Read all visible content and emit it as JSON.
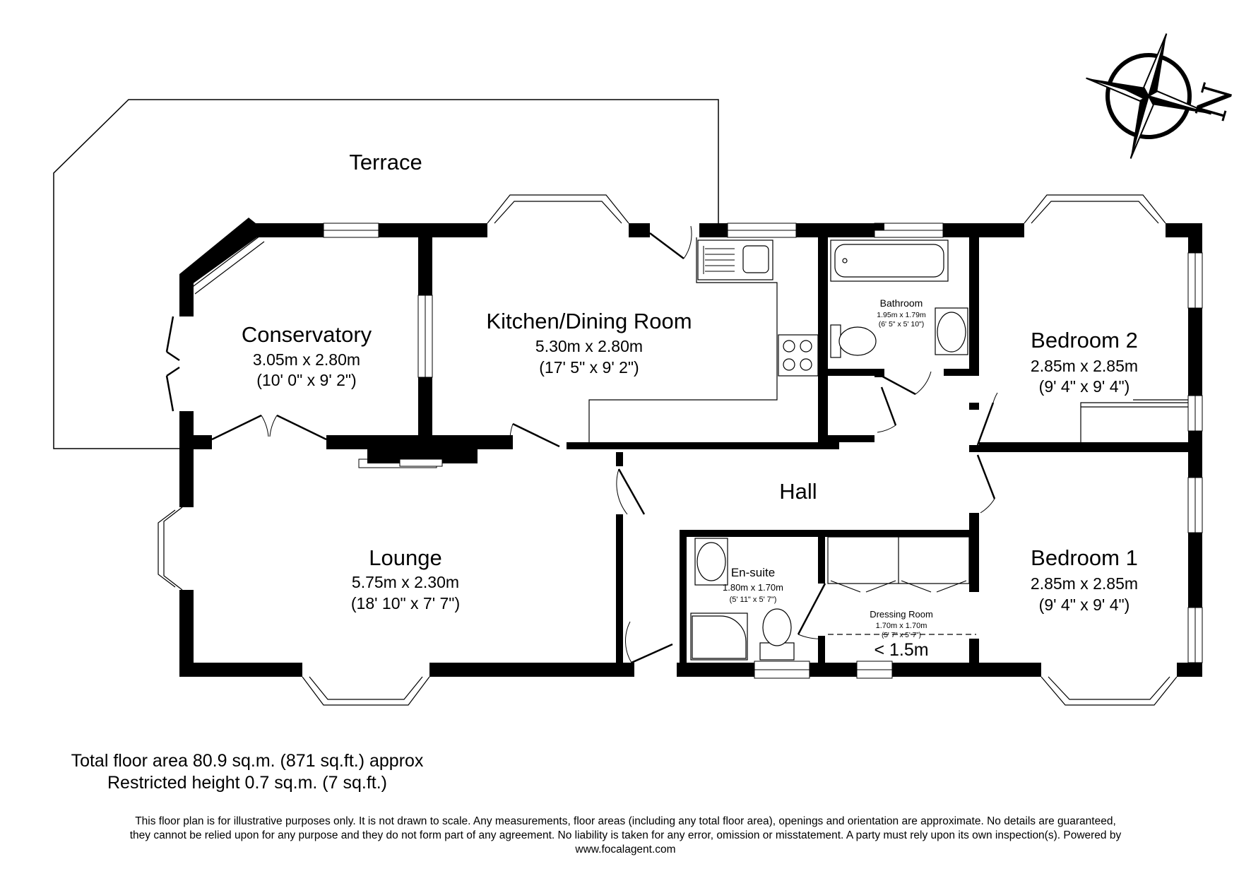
{
  "rooms": {
    "terrace": {
      "name": "Terrace"
    },
    "conservatory": {
      "name": "Conservatory",
      "metric": "3.05m x 2.80m",
      "imperial": "(10' 0\" x 9' 2\")"
    },
    "kitchen": {
      "name": "Kitchen/Dining Room",
      "metric": "5.30m x 2.80m",
      "imperial": "(17' 5\" x 9' 2\")"
    },
    "bathroom": {
      "name": "Bathroom",
      "metric": "1.95m x 1.79m",
      "imperial": "(6' 5\" x 5' 10\")"
    },
    "bedroom2": {
      "name": "Bedroom 2",
      "metric": "2.85m x 2.85m",
      "imperial": "(9' 4\" x 9' 4\")"
    },
    "hall": {
      "name": "Hall"
    },
    "lounge": {
      "name": "Lounge",
      "metric": "5.75m x 2.30m",
      "imperial": "(18' 10\" x 7' 7\")"
    },
    "ensuite": {
      "name": "En-suite",
      "metric": "1.80m x 1.70m",
      "imperial": "(5' 11\" x 5' 7\")"
    },
    "dressing": {
      "name": "Dressing Room",
      "metric": "1.70m x 1.70m",
      "imperial": "(5' 7\" x 5' 7\")",
      "restricted": "< 1.5m"
    },
    "bedroom1": {
      "name": "Bedroom 1",
      "metric": "2.85m x 2.85m",
      "imperial": "(9' 4\" x 9' 4\")"
    }
  },
  "compass": {
    "label": "N",
    "icon": "north-compass-icon"
  },
  "areas": {
    "total": "Total floor area 80.9 sq.m. (871 sq.ft.) approx",
    "restricted": "Restricted height 0.7 sq.m. (7 sq.ft.)"
  },
  "disclaimer": {
    "line1": "This floor plan is for illustrative purposes only. It is not drawn to scale. Any measurements, floor areas (including any total floor area), openings and orientation are approximate. No details are guaranteed,",
    "line2": "they cannot be relied upon for any purpose and they do not form part of any agreement. No liability is taken for any error, omission or misstatement. A party must rely upon its own inspection(s).  Powered by",
    "line3": "www.focalagent.com"
  }
}
